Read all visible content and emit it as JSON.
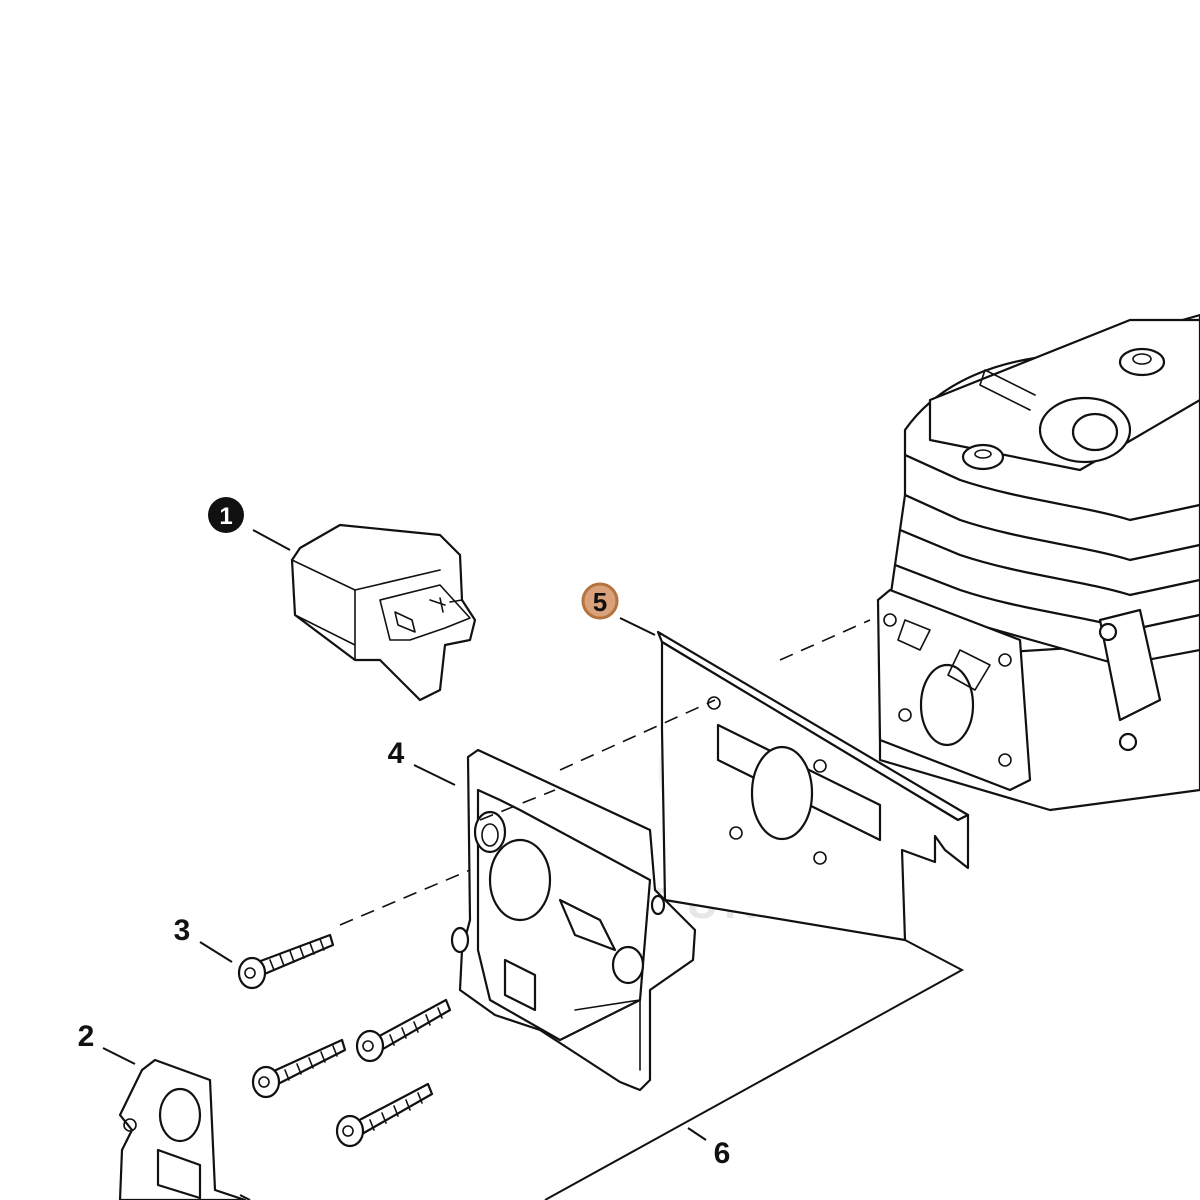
{
  "callouts": {
    "c1": "1",
    "c2": "2",
    "c3": "3",
    "c4": "4",
    "c5": "5",
    "c6": "6"
  },
  "watermark": "VENTURE",
  "colors": {
    "line": "#111111",
    "filled_badge": "#111111",
    "highlight_badge_fill": "#d9a27a",
    "highlight_badge_stroke": "#b5733f",
    "background": "#ffffff"
  }
}
